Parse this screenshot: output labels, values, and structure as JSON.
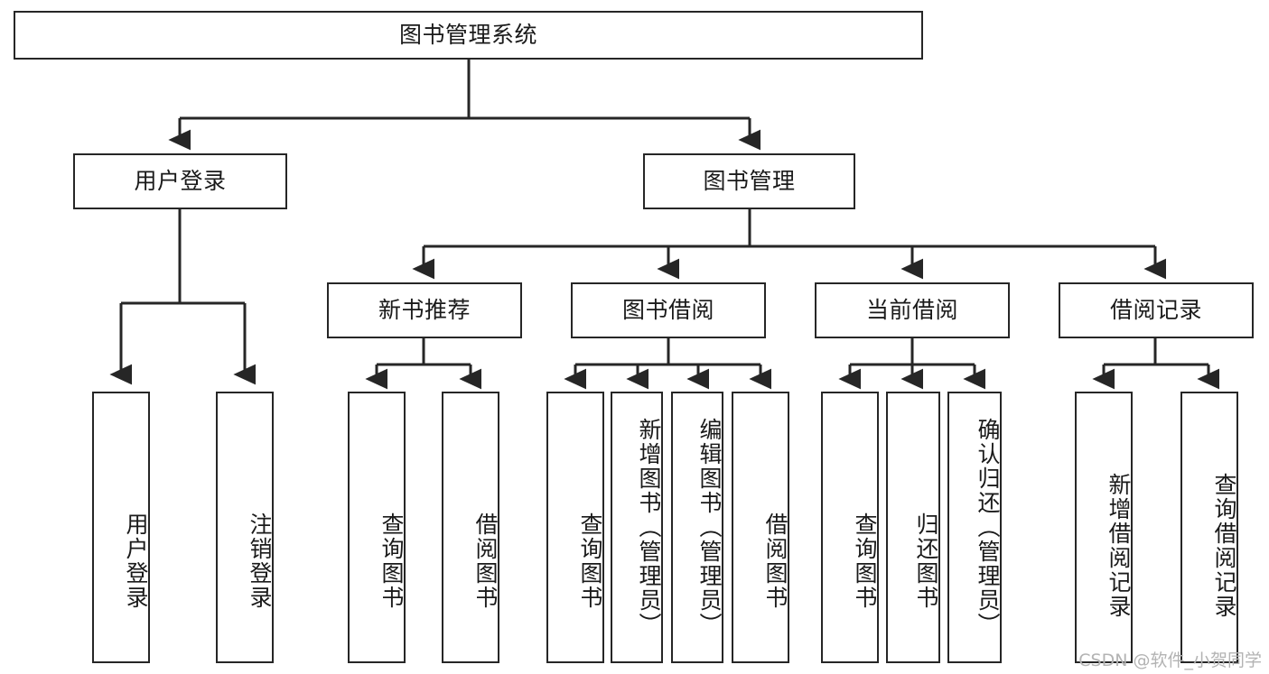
{
  "diagram": {
    "title": "图书管理系统",
    "type": "tree",
    "stroke_color": "#262626",
    "background_color": "#ffffff",
    "text_color": "#1a1a1a",
    "root": {
      "label": "图书管理系统"
    },
    "level2": [
      {
        "label": "用户登录"
      },
      {
        "label": "图书管理"
      }
    ],
    "level3": [
      {
        "label": "新书推荐"
      },
      {
        "label": "图书借阅"
      },
      {
        "label": "当前借阅"
      },
      {
        "label": "借阅记录"
      }
    ],
    "leaves": {
      "user_login": [
        {
          "label": "用户登录"
        },
        {
          "label": "注销登录"
        }
      ],
      "new_book_recommend": [
        {
          "label": "查询图书"
        },
        {
          "label": "借阅图书"
        }
      ],
      "book_borrow": [
        {
          "label": "查询图书"
        },
        {
          "label": "新增图书（管理员）"
        },
        {
          "label": "编辑图书（管理员）"
        },
        {
          "label": "借阅图书"
        }
      ],
      "current_borrow": [
        {
          "label": "查询图书"
        },
        {
          "label": "归还图书"
        },
        {
          "label": "确认归还（管理员）"
        }
      ],
      "borrow_record": [
        {
          "label": "新增借阅记录"
        },
        {
          "label": "查询借阅记录"
        }
      ]
    }
  },
  "watermark": {
    "text": "CSDN @软件_小贺同学"
  }
}
